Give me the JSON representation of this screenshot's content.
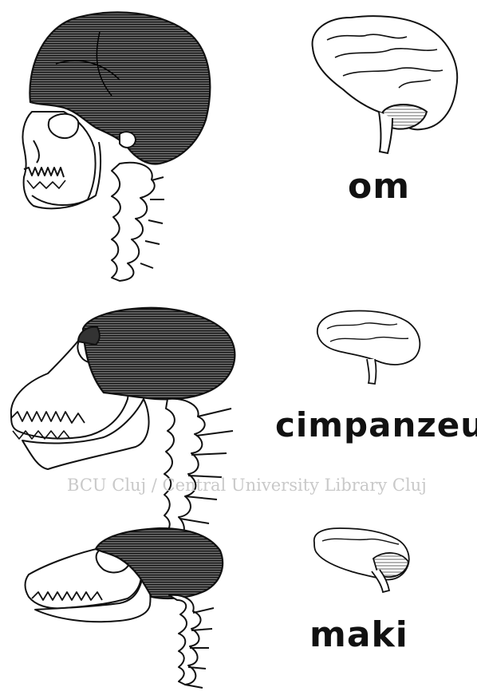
{
  "labels": {
    "human": "om",
    "chimpanzee": "cimpanzeu",
    "lemur": "maki"
  },
  "watermark": "BCU Cluj / Central University Library Cluj",
  "colors": {
    "ink": "#111111",
    "cranium_fill": "#555555",
    "watermark": "#c9c9c9"
  }
}
